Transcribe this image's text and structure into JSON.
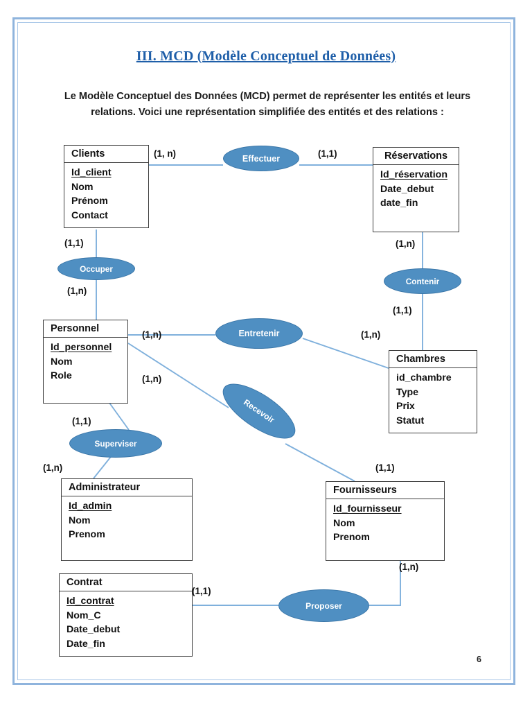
{
  "document": {
    "title": "III. MCD (Modèle Conceptuel de Données)",
    "intro": "Le Modèle Conceptuel des Données (MCD) permet de représenter les entités et leurs relations. Voici une représentation simplifiée des entités et des relations :",
    "page_number": "6",
    "title_color": "#1f5fa9",
    "frame_color": "#8fb4dd"
  },
  "diagram": {
    "entity_border_color": "#3d3d3d",
    "relation_fill": "#4f8fc2",
    "relation_border": "#3a76a8",
    "link_color": "#7fb0dc",
    "entities": [
      {
        "name": "clients",
        "title": "Clients",
        "attributes": [
          {
            "label": "Id_client",
            "key": true
          },
          {
            "label": "Nom",
            "key": false
          },
          {
            "label": "Prénom",
            "key": false
          },
          {
            "label": "Contact",
            "key": false
          }
        ]
      },
      {
        "name": "reservations",
        "title": "Réservations",
        "attributes": [
          {
            "label": "Id_réservation",
            "key": true
          },
          {
            "label": "Date_debut",
            "key": false
          },
          {
            "label": "date_fin",
            "key": false
          }
        ]
      },
      {
        "name": "personnel",
        "title": "Personnel",
        "attributes": [
          {
            "label": "Id_personnel",
            "key": true
          },
          {
            "label": "Nom",
            "key": false
          },
          {
            "label": "Role",
            "key": false
          }
        ]
      },
      {
        "name": "chambres",
        "title": "Chambres",
        "attributes": [
          {
            "label": "id_chambre",
            "key": false
          },
          {
            "label": "Type",
            "key": false
          },
          {
            "label": "Prix",
            "key": false
          },
          {
            "label": "Statut",
            "key": false
          }
        ]
      },
      {
        "name": "administrateur",
        "title": "Administrateur",
        "attributes": [
          {
            "label": "Id_admin",
            "key": true
          },
          {
            "label": "Nom",
            "key": false
          },
          {
            "label": "Prenom",
            "key": false
          }
        ]
      },
      {
        "name": "fournisseurs",
        "title": "Fournisseurs",
        "attributes": [
          {
            "label": "Id_fournisseur",
            "key": true
          },
          {
            "label": "Nom",
            "key": false
          },
          {
            "label": "Prenom",
            "key": false
          }
        ]
      },
      {
        "name": "contrat",
        "title": "Contrat",
        "attributes": [
          {
            "label": "Id_contrat",
            "key": true
          },
          {
            "label": "Nom_C",
            "key": false
          },
          {
            "label": "Date_debut",
            "key": false
          },
          {
            "label": "Date_fin",
            "key": false
          }
        ]
      }
    ],
    "relations": [
      {
        "name": "effectuer",
        "label": "Effectuer",
        "between": [
          "Clients",
          "Réservations"
        ]
      },
      {
        "name": "occuper",
        "label": "Occuper",
        "between": [
          "Clients",
          "Personnel"
        ]
      },
      {
        "name": "contenir",
        "label": "Contenir",
        "between": [
          "Réservations",
          "Chambres"
        ]
      },
      {
        "name": "entretenir",
        "label": "Entretenir",
        "between": [
          "Personnel",
          "Chambres"
        ]
      },
      {
        "name": "recevoir",
        "label": "Recevoir",
        "between": [
          "Personnel",
          "Fournisseurs"
        ]
      },
      {
        "name": "superviser",
        "label": "Superviser",
        "between": [
          "Personnel",
          "Administrateur"
        ]
      },
      {
        "name": "proposer",
        "label": "Proposer",
        "between": [
          "Contrat",
          "Fournisseurs"
        ]
      }
    ],
    "cardinalities": [
      {
        "name": "clients-effectuer",
        "value": "(1, n)"
      },
      {
        "name": "effectuer-reservations",
        "value": "(1,1)"
      },
      {
        "name": "clients-occuper",
        "value": "(1,1)"
      },
      {
        "name": "occuper-personnel",
        "value": "(1,n)"
      },
      {
        "name": "reservations-contenir",
        "value": "(1,n)"
      },
      {
        "name": "contenir-chambres",
        "value": "(1,1)"
      },
      {
        "name": "personnel-entretenir",
        "value": "(1,n)"
      },
      {
        "name": "entretenir-chambres",
        "value": "(1,n)"
      },
      {
        "name": "personnel-recevoir",
        "value": "(1,n)"
      },
      {
        "name": "personnel-superviser",
        "value": "(1,1)"
      },
      {
        "name": "superviser-administrateur",
        "value": "(1,n)"
      },
      {
        "name": "recevoir-fournisseurs",
        "value": "(1,1)"
      },
      {
        "name": "fournisseurs-proposer",
        "value": "(1,n)"
      },
      {
        "name": "contrat-proposer",
        "value": "(1,1)"
      }
    ]
  }
}
